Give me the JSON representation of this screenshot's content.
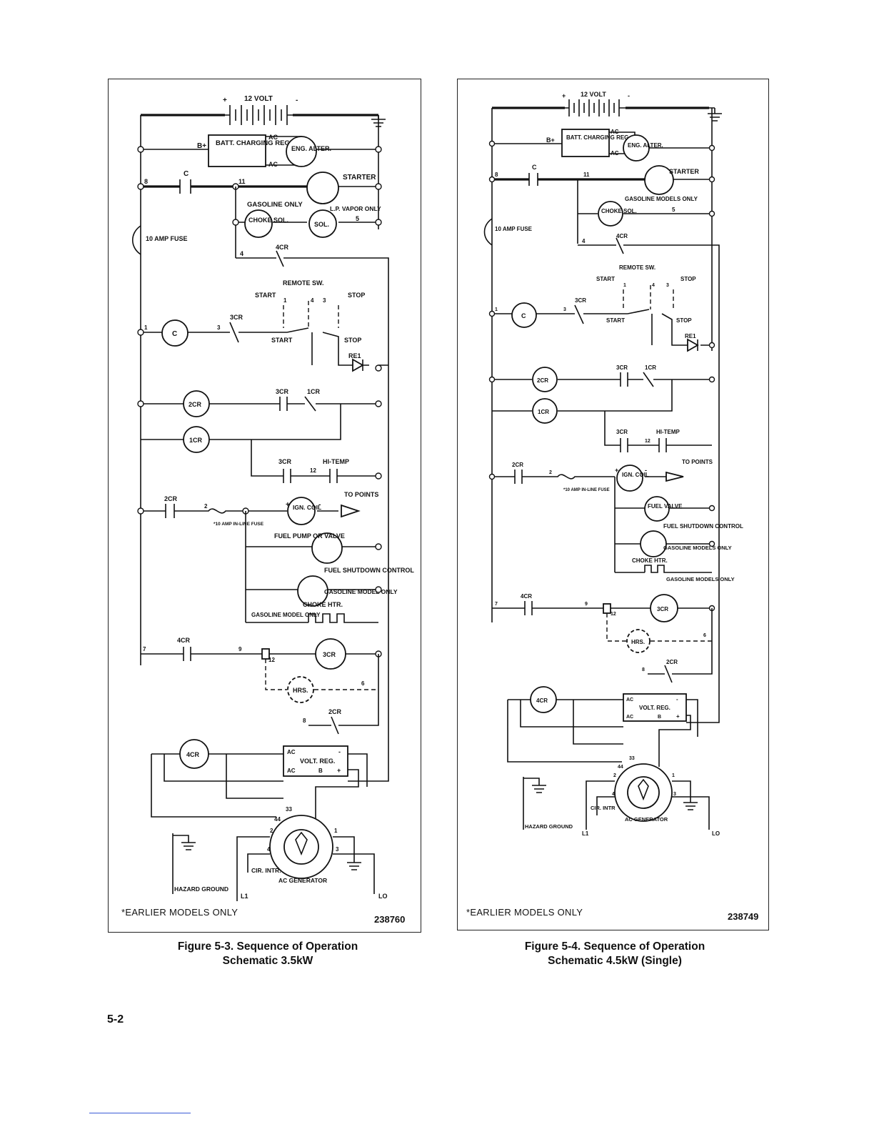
{
  "figures": [
    {
      "battery_label": "12 VOLT",
      "battery_plus": "+",
      "battery_minus": "-",
      "charging_regulator": "BATT. CHARGING REG.",
      "b_plus": "B+",
      "ac_top": "AC",
      "ac_bottom": "AC",
      "alternator": "ENG. ALTER.",
      "starter": "STARTER",
      "wire_c": "C",
      "wire_8": "8",
      "wire_11": "11",
      "gasoline_only": "GASOLINE ONLY",
      "lp_vapor": "L.P. VAPOR ONLY",
      "wire_5": "5",
      "choke_sol": "CHOKE SOL.",
      "sol": "SOL.",
      "fuse": "10 AMP FUSE",
      "cr4_contact": "4CR",
      "wire_4": "4",
      "remote_sw": "REMOTE SW.",
      "start_top": "START",
      "stop_top": "STOP",
      "sw_1": "1",
      "sw_4": "4",
      "sw_3": "3",
      "cr3_contact": "3CR",
      "wire_1": "1",
      "wire_3": "3",
      "coil_c": "C",
      "start_sw": "START",
      "stop_sw": "STOP",
      "re1": "RE1",
      "coil_2cr": "2CR",
      "coil_1cr": "1CR",
      "cr3_b": "3CR",
      "cr1_b": "1CR",
      "cr3_c": "3CR",
      "hi_temp": "HI-TEMP",
      "wire_12": "12",
      "cr2_contact": "2CR",
      "wire_2": "2",
      "inline_fuse": "*10 AMP IN-LINE FUSE",
      "ign_coil": "IGN. COIL",
      "coil_plus": "+",
      "coil_minus": "-",
      "to_points": "TO POINTS",
      "fuel_pump": "FUEL PUMP OR VALVE",
      "fuel_shutdown": "FUEL SHUTDOWN CONTROL",
      "gasoline_model_only": "GASOLINE MODEL ONLY",
      "choke_htr": "CHOKE HTR.",
      "gasoline_model_only_2": "GASOLINE MODEL ONLY",
      "cr4_b": "4CR",
      "wire_7": "7",
      "wire_9": "9",
      "coil_3cr": "3CR",
      "wire_12b": "12",
      "hrs": "HRS.",
      "wire_6": "6",
      "cr2_b": "2CR",
      "wire_8b": "8",
      "coil_4cr": "4CR",
      "volt_reg": "VOLT. REG.",
      "vr_ac1": "AC",
      "vr_ac2": "AC",
      "vr_minus": "-",
      "vr_plus": "+",
      "vr_b": "B",
      "wire_33": "33",
      "wire_44": "44",
      "gen_2": "2",
      "gen_1": "1",
      "gen_4": "4",
      "gen_3": "3",
      "cir_intr": "CIR. INTR.",
      "ac_generator": "AC GENERATOR",
      "hazard_ground": "HAZARD GROUND",
      "l1": "L1",
      "lo": "LO",
      "footnote": "*EARLIER MODELS ONLY",
      "drawing_number": "238760",
      "caption_line1": "Figure 5-3.  Sequence of Operation",
      "caption_line2": "Schematic 3.5kW"
    },
    {
      "battery_label": "12 VOLT",
      "battery_plus": "+",
      "battery_minus": "-",
      "charging_regulator": "BATT. CHARGING REG.",
      "b_plus": "B+",
      "ac_top": "AC",
      "ac_bottom": "AC",
      "alternator": "ENG. ALTER.",
      "starter": "STARTER",
      "wire_c": "C",
      "wire_8": "8",
      "wire_11": "11",
      "gasoline_only": "GASOLINE MODELS ONLY",
      "lp_vapor": "",
      "wire_5": "5",
      "choke_sol": "CHOKE SOL.",
      "sol": "",
      "fuse": "10 AMP FUSE",
      "cr4_contact": "4CR",
      "wire_4": "4",
      "remote_sw": "REMOTE SW.",
      "start_top": "START",
      "stop_top": "STOP",
      "sw_1": "1",
      "sw_4": "4",
      "sw_3": "3",
      "cr3_contact": "3CR",
      "wire_1": "1",
      "wire_3": "3",
      "coil_c": "C",
      "start_sw": "START",
      "stop_sw": "STOP",
      "re1": "RE1",
      "coil_2cr": "2CR",
      "coil_1cr": "1CR",
      "cr3_b": "3CR",
      "cr1_b": "1CR",
      "cr3_c": "3CR",
      "hi_temp": "HI-TEMP",
      "wire_12": "12",
      "cr2_contact": "2CR",
      "wire_2": "2",
      "inline_fuse": "*10 AMP IN-LINE FUSE",
      "ign_coil": "IGN. COIL",
      "coil_plus": "+",
      "coil_minus": "-",
      "to_points": "TO POINTS",
      "fuel_pump": "FUEL VALVE",
      "fuel_shutdown": "FUEL SHUTDOWN CONTROL",
      "gasoline_model_only": "GASOLINE MODELS ONLY",
      "choke_htr": "CHOKE HTR.",
      "gasoline_model_only_2": "GASOLINE MODELS ONLY",
      "cr4_b": "4CR",
      "wire_7": "7",
      "wire_9": "9",
      "coil_3cr": "3CR",
      "wire_12b": "12",
      "hrs": "HRS.",
      "wire_6": "6",
      "cr2_b": "2CR",
      "wire_8b": "8",
      "coil_4cr": "4CR",
      "volt_reg": "VOLT. REG.",
      "vr_ac1": "AC",
      "vr_ac2": "AC",
      "vr_minus": "-",
      "vr_plus": "+",
      "vr_b": "B",
      "wire_33": "33",
      "wire_44": "44",
      "gen_2": "2",
      "gen_1": "1",
      "gen_4": "4",
      "gen_3": "3",
      "cir_intr": "CIR. INTR",
      "ac_generator": "AC GENERATOR",
      "hazard_ground": "HAZARD GROUND",
      "l1": "L1",
      "lo": "LO",
      "footnote": "*EARLIER MODELS ONLY",
      "drawing_number": "238749",
      "caption_line1": "Figure 5-4.  Sequence of Operation",
      "caption_line2": "Schematic 4.5kW (Single)"
    }
  ],
  "page_number": "5-2"
}
